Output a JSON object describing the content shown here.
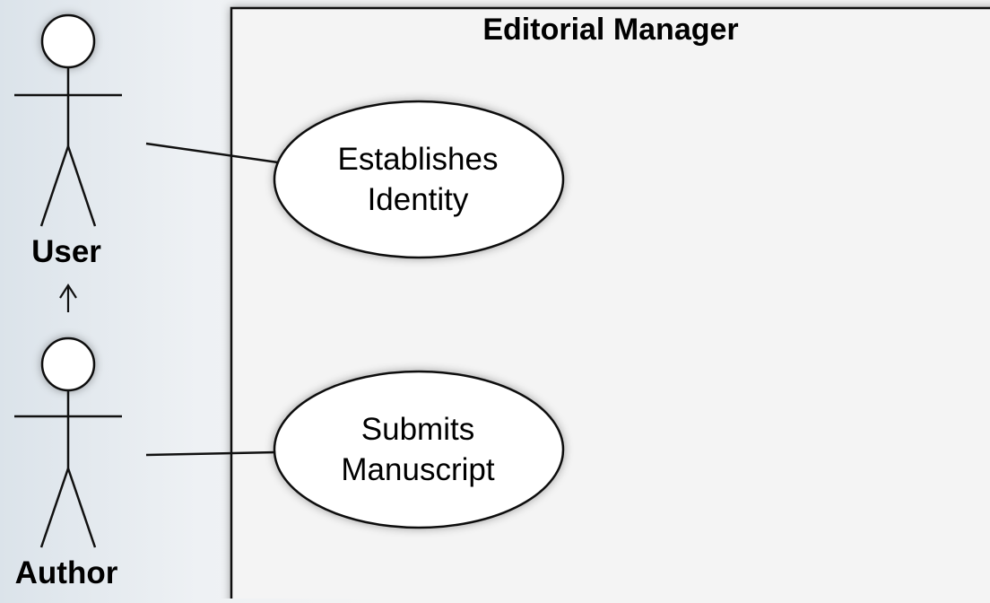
{
  "system": {
    "title": "Editorial Manager"
  },
  "actors": [
    {
      "id": "user",
      "label": "User"
    },
    {
      "id": "author",
      "label": "Author"
    }
  ],
  "use_cases": [
    {
      "id": "establishes-identity",
      "lines": [
        "Establishes",
        "Identity"
      ]
    },
    {
      "id": "submits-manuscript",
      "lines": [
        "Submits",
        "Manuscript"
      ]
    }
  ],
  "relationships": [
    {
      "type": "generalization",
      "from": "author",
      "to": "user"
    },
    {
      "type": "association",
      "from": "user",
      "to": "establishes-identity"
    },
    {
      "type": "association",
      "from": "author",
      "to": "submits-manuscript"
    }
  ]
}
